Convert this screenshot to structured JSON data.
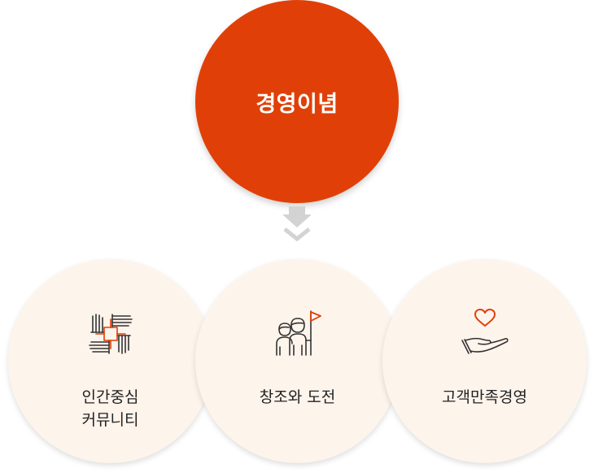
{
  "main": {
    "title": "경영이념",
    "color": "#e04008"
  },
  "arrow": {
    "icon": "double-chevron-down-icon",
    "color": "#cfcfcf"
  },
  "items": [
    {
      "label_lines": [
        "인간중심",
        "커뮤니티"
      ],
      "icon": "joined-hands-icon"
    },
    {
      "label_lines": [
        "창조와 도전"
      ],
      "icon": "people-with-flag-icon"
    },
    {
      "label_lines": [
        "고객만족경영"
      ],
      "icon": "heart-in-hand-icon"
    }
  ],
  "colors": {
    "accent": "#e04008",
    "circle_bg": "#fdf4ec",
    "text": "#222222",
    "icon_line": "#333333"
  }
}
